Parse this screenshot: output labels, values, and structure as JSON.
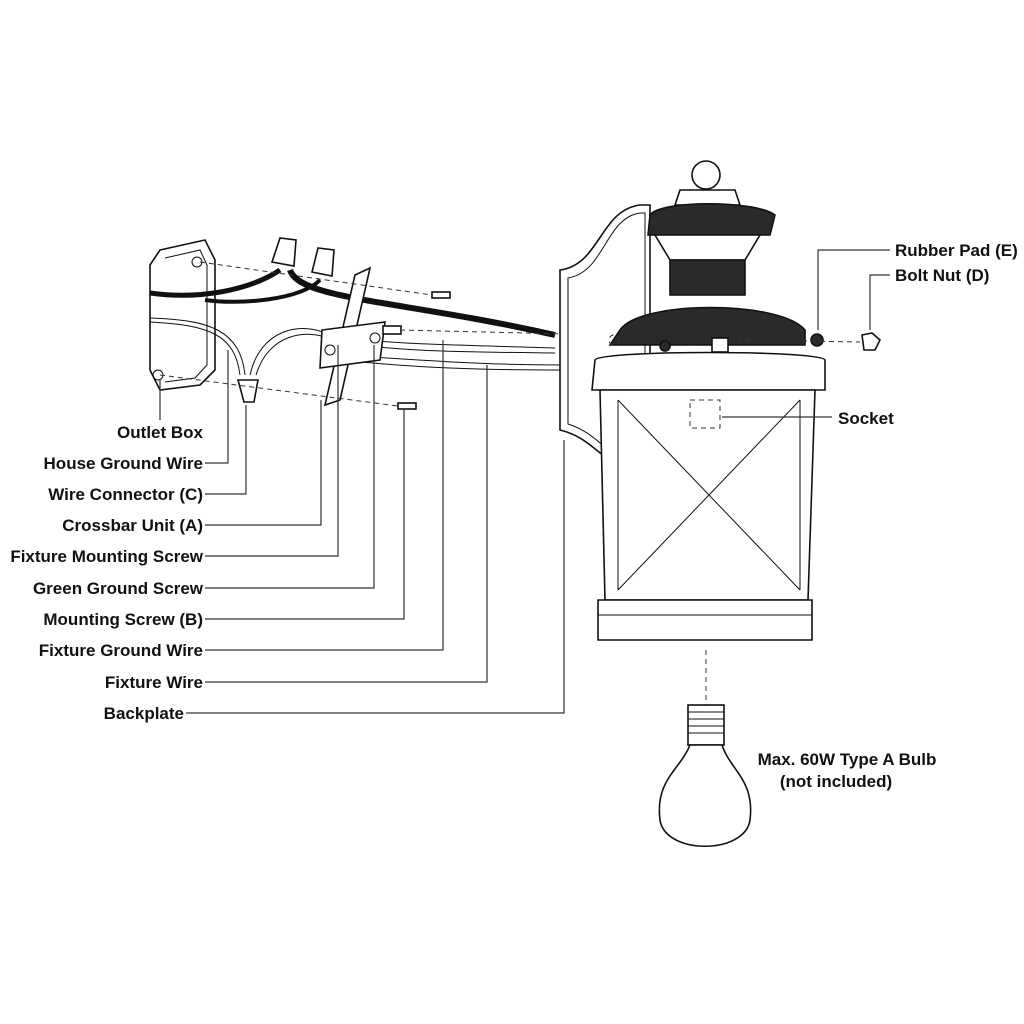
{
  "left_labels": {
    "outlet_box": "Outlet Box",
    "house_ground_wire": "House Ground Wire",
    "wire_connector": "Wire Connector (C)",
    "crossbar_unit": "Crossbar Unit (A)",
    "fixture_mounting_screw": "Fixture Mounting Screw",
    "green_ground_screw": "Green Ground Screw",
    "mounting_screw": "Mounting Screw (B)",
    "fixture_ground_wire": "Fixture Ground Wire",
    "fixture_wire": "Fixture Wire",
    "backplate": "Backplate"
  },
  "right_labels": {
    "rubber_pad": "Rubber Pad (E)",
    "bolt_nut": "Bolt Nut (D)",
    "socket": "Socket",
    "bulb_line1": "Max. 60W Type A Bulb",
    "bulb_line2": "(not included)"
  }
}
